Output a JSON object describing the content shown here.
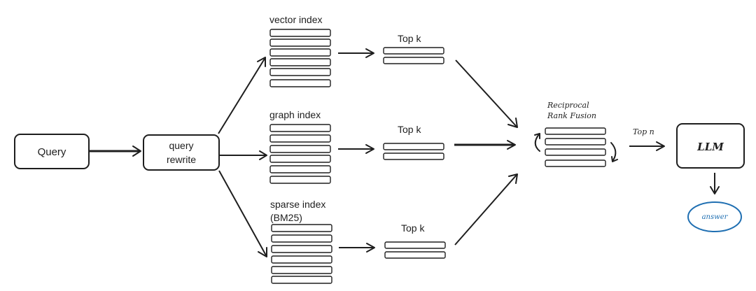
{
  "query": {
    "label": "Query"
  },
  "rewrite": {
    "line1": "query",
    "line2": "rewrite"
  },
  "indexes": {
    "vector": "vector index",
    "graph": "graph index",
    "sparse_line1": "sparse index",
    "sparse_line2": "(BM25)"
  },
  "topk": {
    "vector": "Top k",
    "graph": "Top k",
    "sparse": "Top k"
  },
  "fusion": {
    "line1": "Reciprocal",
    "line2": "Rank Fusion"
  },
  "topn": "Top n",
  "llm": "LLM",
  "answer": "answer",
  "colors": {
    "stroke": "#1e1e1e",
    "answer": "#1f6fb2",
    "background": "#ffffff"
  }
}
